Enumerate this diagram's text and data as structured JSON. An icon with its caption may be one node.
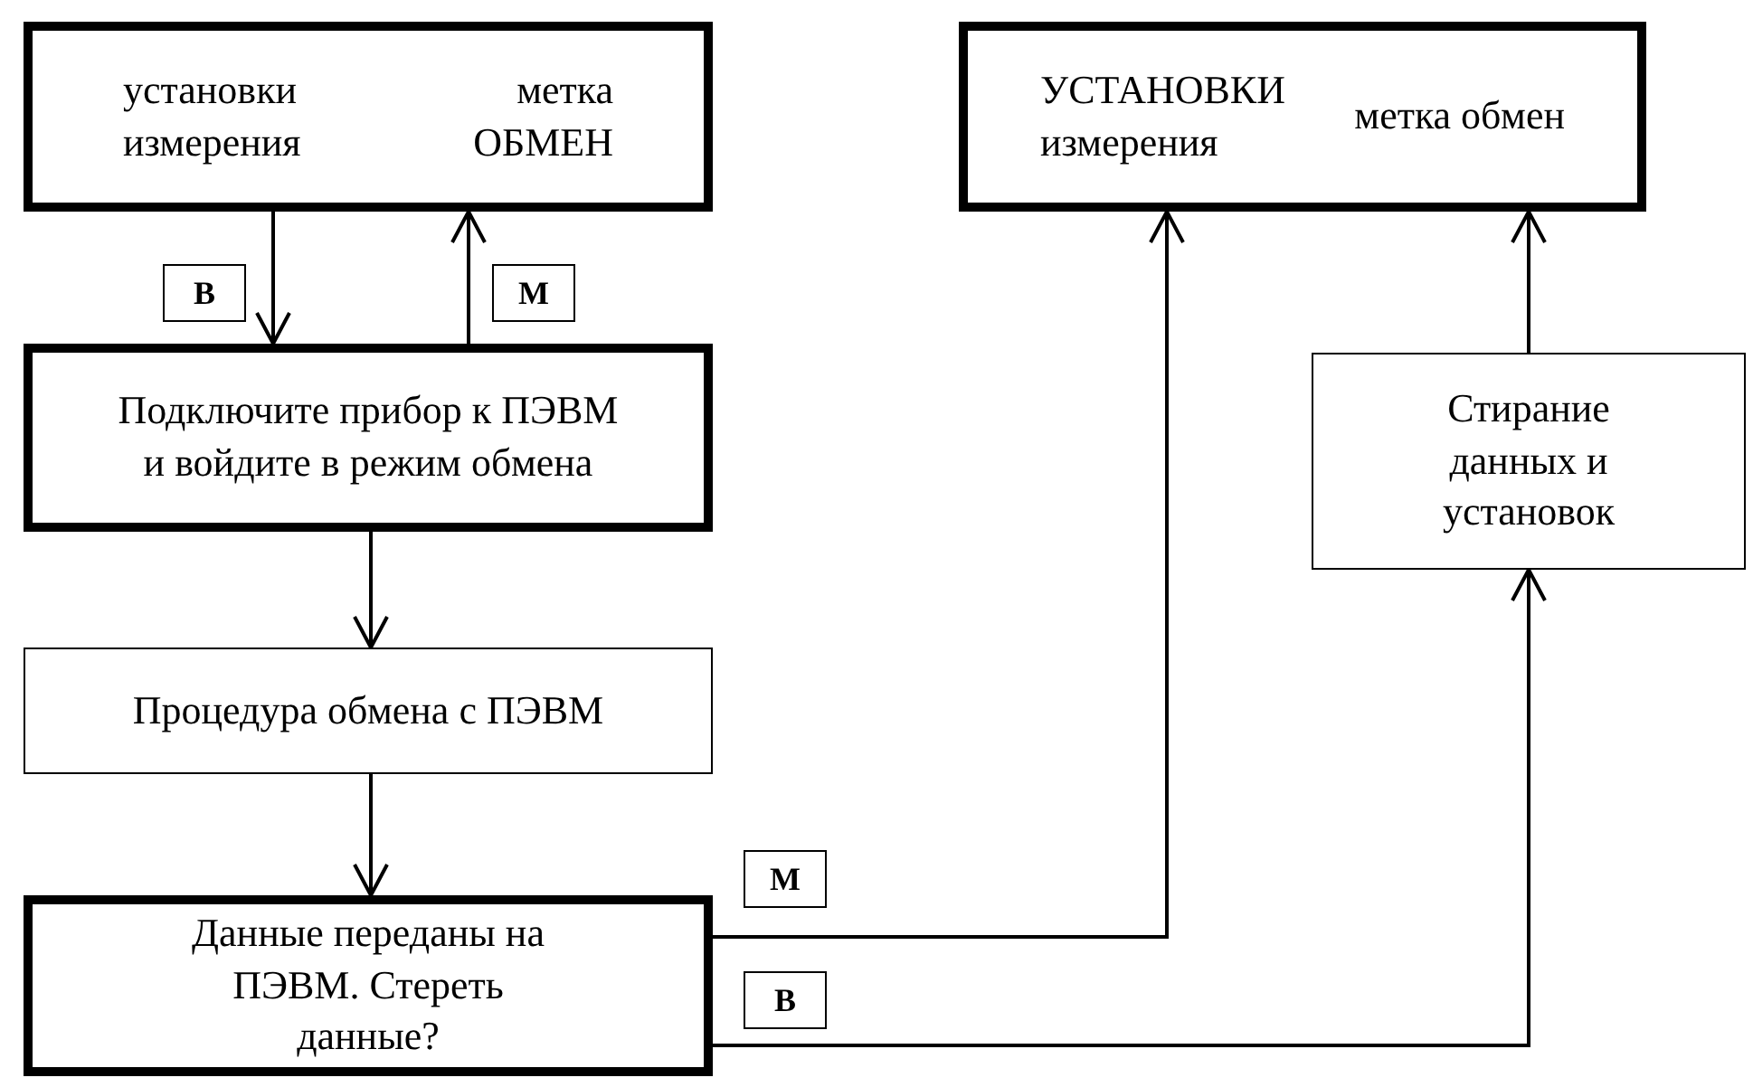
{
  "diagram": {
    "nodes": [
      {
        "text": [
          "установки измерения",
          "метка ОБМЕН"
        ]
      },
      {
        "text": [
          "Подключите прибор к ПЭВМ и войдите в режим обмена"
        ]
      },
      {
        "text": [
          "Процедура обмена с ПЭВМ"
        ]
      },
      {
        "text": [
          "Данные переданы на ПЭВМ. Стереть данные?"
        ]
      },
      {
        "text": [
          "УСТАНОВКИ измерения",
          "метка обмен"
        ]
      },
      {
        "text": [
          "Стирание данных и установок"
        ]
      }
    ],
    "edges": [
      {
        "from": 0,
        "to": 1,
        "arrow": "to",
        "label": "В"
      },
      {
        "from": 1,
        "to": 0,
        "arrow": "to",
        "label": "М"
      },
      {
        "from": 1,
        "to": 2,
        "arrow": "to"
      },
      {
        "from": 2,
        "to": 3,
        "arrow": "to"
      },
      {
        "from": 3,
        "to": 4,
        "arrow": "to",
        "label": "М"
      },
      {
        "from": 3,
        "to": 5,
        "arrow": "to",
        "label": "В"
      },
      {
        "from": 5,
        "to": 4,
        "arrow": "to"
      }
    ]
  }
}
